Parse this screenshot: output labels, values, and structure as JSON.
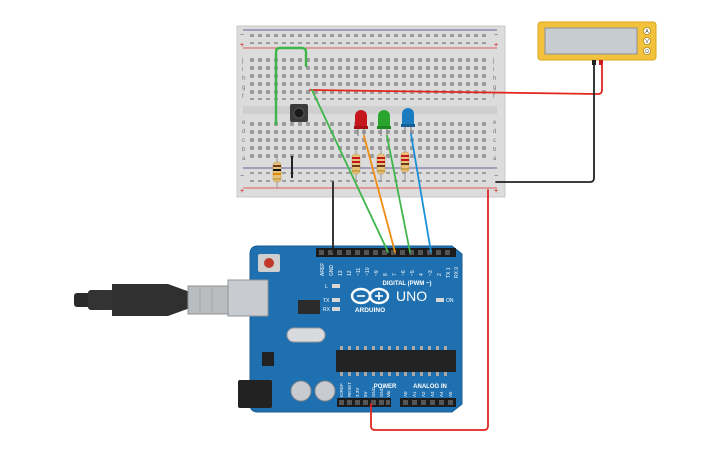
{
  "arduino": {
    "brand": "UNO",
    "logo_text": "ARDUINO",
    "digital_label": "DIGITAL (PWM ~)",
    "power_label": "POWER",
    "analog_label": "ANALOG IN",
    "aref": "AREF",
    "gnd": "GND",
    "digital_pins": [
      "13",
      "12",
      "~11",
      "~10",
      "~9",
      "8",
      "7",
      "~6",
      "~5",
      "4",
      "~3",
      "2",
      "TX 1",
      "RX 0"
    ],
    "power_pins": [
      "IOREF",
      "RESET",
      "3.3V",
      "5V",
      "GND",
      "GND",
      "Vin"
    ],
    "analog_pins": [
      "A0",
      "A1",
      "A2",
      "A3",
      "A4",
      "A5"
    ],
    "led_l": "L",
    "led_tx": "TX",
    "led_rx": "RX",
    "led_on": "ON"
  },
  "breadboard": {
    "row_letters_top": [
      "j",
      "i",
      "h",
      "g",
      "f"
    ],
    "row_letters_bottom": [
      "e",
      "d",
      "c",
      "b",
      "a"
    ],
    "rail_plus": "+",
    "rail_minus": "−"
  },
  "multimeter": {
    "dial_labels": [
      "A",
      "V",
      "Ω"
    ]
  },
  "colors": {
    "wire_red": "#e0261f",
    "wire_black": "#222222",
    "wire_green": "#3fb54a",
    "wire_orange": "#f08c10",
    "wire_blue": "#1a8fd6",
    "board_blue": "#1f70b0",
    "led_red": "#c4161c",
    "led_green": "#2aa52d",
    "led_blue": "#1b7bc0",
    "meter_yellow": "#f2c23c"
  }
}
